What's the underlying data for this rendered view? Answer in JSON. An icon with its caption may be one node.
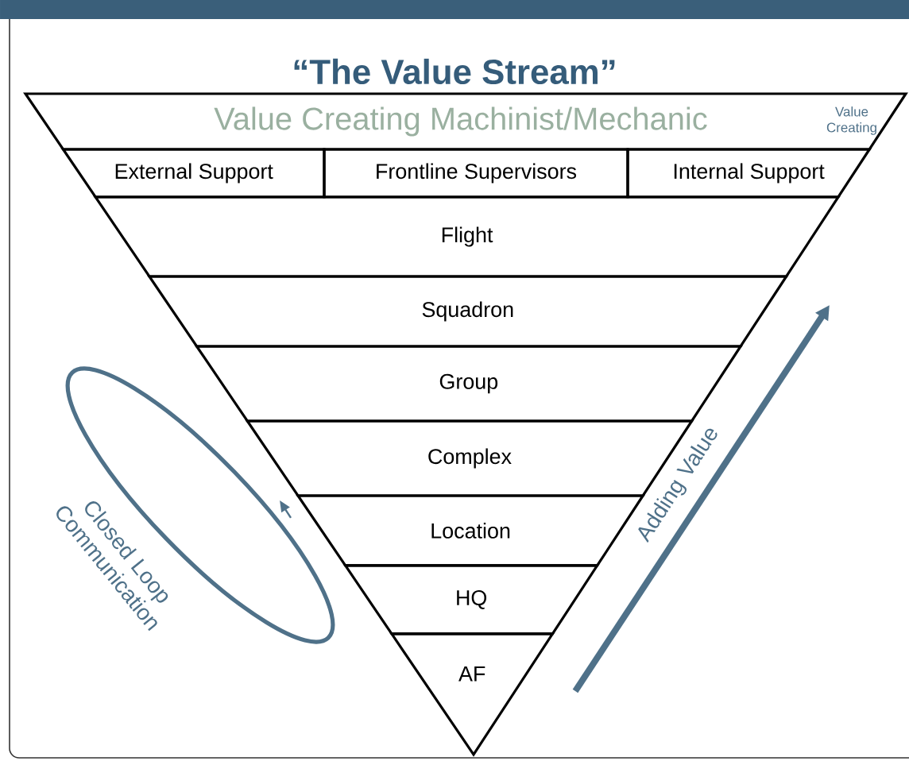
{
  "diagram": {
    "title": "“The Value Stream”",
    "nodes": [
      {
        "text": [
          "Value Creating Machinist/Mechanic",
          "Value Creating"
        ]
      },
      {
        "text": [
          "External Support"
        ]
      },
      {
        "text": [
          "Frontline Supervisors"
        ]
      },
      {
        "text": [
          "Internal Support"
        ]
      },
      {
        "text": [
          "Flight"
        ]
      },
      {
        "text": [
          "Squadron"
        ]
      },
      {
        "text": [
          "Group"
        ]
      },
      {
        "text": [
          "Complex"
        ]
      },
      {
        "text": [
          "Location"
        ]
      },
      {
        "text": [
          "HQ"
        ]
      },
      {
        "text": [
          "AF"
        ]
      }
    ],
    "labels": [
      "Closed Loop Communication",
      "Adding Value"
    ]
  }
}
